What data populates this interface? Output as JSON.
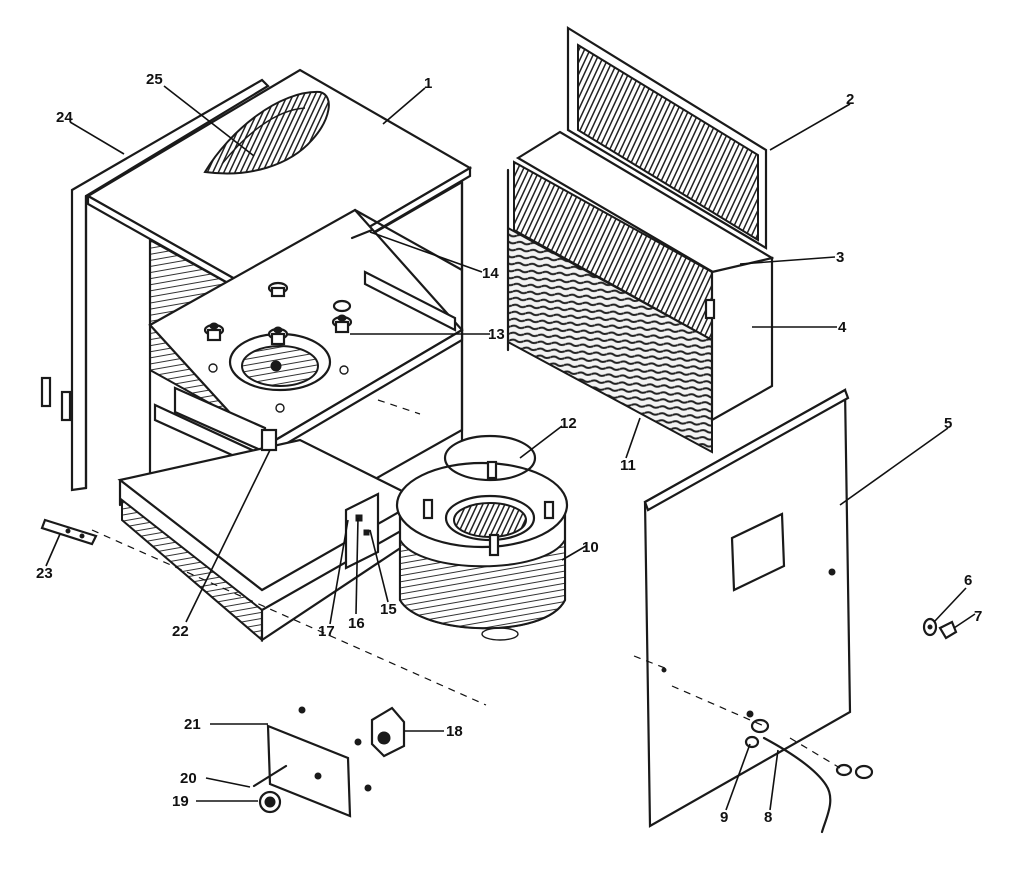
{
  "callouts": {
    "c1": "1",
    "c2": "2",
    "c3": "3",
    "c4": "4",
    "c5": "5",
    "c6": "6",
    "c7": "7",
    "c8": "8",
    "c9": "9",
    "c10": "10",
    "c11": "11",
    "c12": "12",
    "c13": "13",
    "c14": "14",
    "c15": "15",
    "c16": "16",
    "c17": "17",
    "c18": "18",
    "c19": "19",
    "c20": "20",
    "c21": "21",
    "c22": "22",
    "c23": "23",
    "c24": "24",
    "c25": "25"
  },
  "colors": {
    "ink": "#1a1a1a",
    "paper": "#ffffff"
  }
}
